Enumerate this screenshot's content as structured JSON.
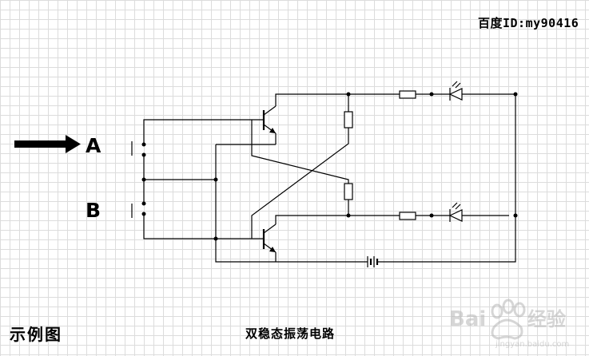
{
  "header": {
    "author_id": "百度ID:my90416"
  },
  "inputs": {
    "a_label": "A",
    "b_label": "B"
  },
  "captions": {
    "example": "示例图",
    "title": "双稳态振荡电路"
  },
  "colors": {
    "ink": "#000000",
    "grid": "#dcdcdc",
    "background": "#ffffff",
    "watermark": "#b5b5b5"
  },
  "icons": {
    "arrow": "right-arrow-icon",
    "watermark": "baidu-jingyan-logo",
    "watermark_text": "Baidu经验"
  }
}
